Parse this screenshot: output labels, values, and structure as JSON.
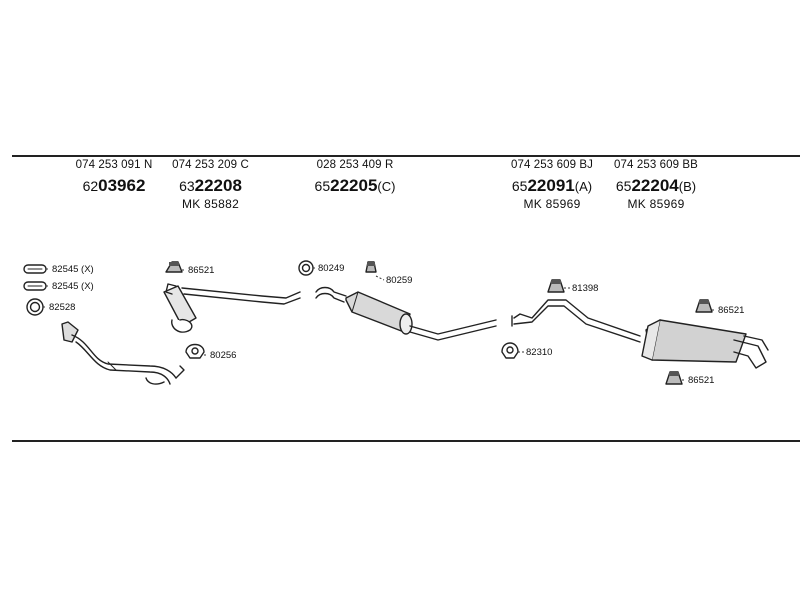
{
  "columns": [
    {
      "oe": "074 253 091 N",
      "pn_prefix": "62",
      "pn_main": "03962",
      "pn_suffix": "",
      "mk": ""
    },
    {
      "oe": "074 253 209 C",
      "pn_prefix": "63",
      "pn_main": "22208",
      "pn_suffix": "",
      "mk": "MK  85882"
    },
    {
      "oe": "028 253 409 R",
      "pn_prefix": "65",
      "pn_main": "22205",
      "pn_suffix": "(C)",
      "mk": ""
    },
    {
      "oe": "074 253 609 BJ",
      "pn_prefix": "65",
      "pn_main": "22091",
      "pn_suffix": "(A)",
      "mk": "MK  85969"
    },
    {
      "oe": "074 253 609 BB",
      "pn_prefix": "65",
      "pn_main": "22204",
      "pn_suffix": "(B)",
      "mk": "MK  85969"
    }
  ],
  "labels": {
    "clamp_a": "82545 (X)",
    "clamp_b": "82545 (X)",
    "gasket_front": "82528",
    "hanger_1": "86521",
    "clamp_mid": "80256",
    "ring": "80249",
    "hanger_2": "80259",
    "hanger_3": "81398",
    "clamp_rear": "82310",
    "hanger_4": "86521",
    "hanger_5": "86521"
  }
}
